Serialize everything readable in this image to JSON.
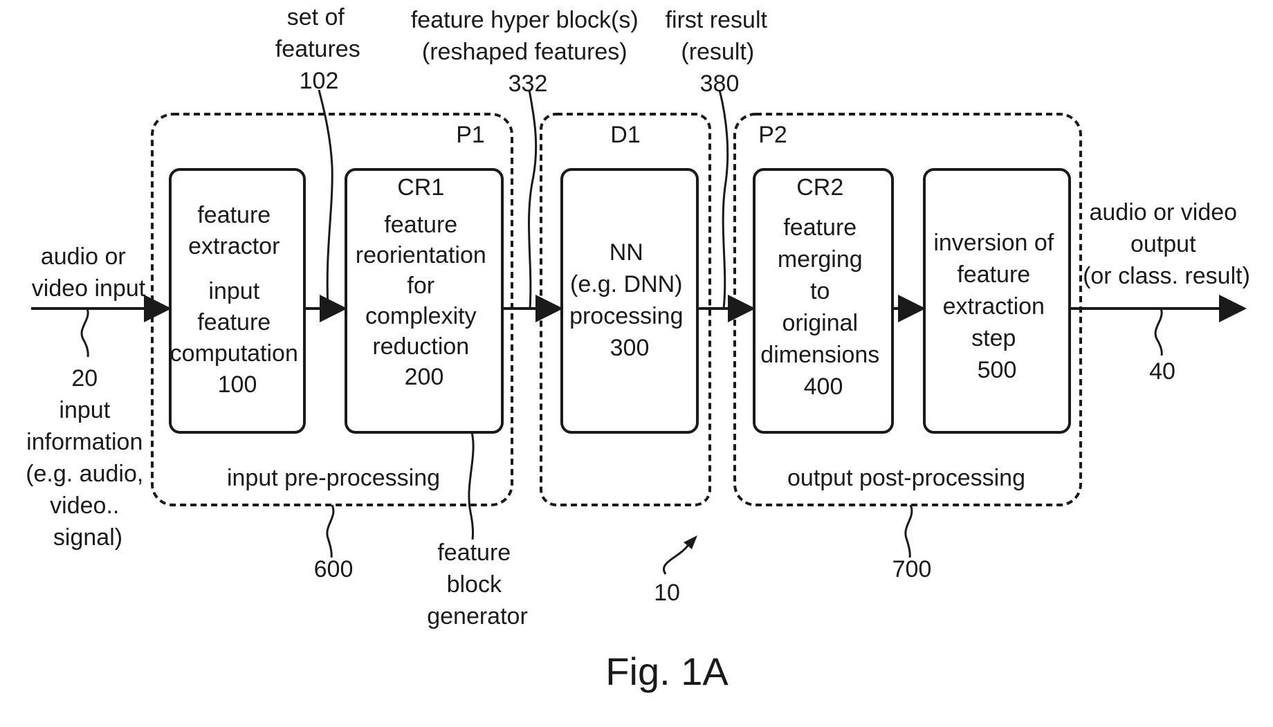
{
  "figure": {
    "caption": "Fig. 1A",
    "colors": {
      "ink": "#1a1a1a",
      "background": "#ffffff"
    },
    "groups": {
      "p1": {
        "tag": "P1",
        "label": "input pre-processing",
        "ref": "600"
      },
      "d1": {
        "tag": "D1",
        "ref": "10"
      },
      "p2": {
        "tag": "P2",
        "label": "output post-processing",
        "ref": "700"
      }
    },
    "blocks": {
      "b100": {
        "lines": [
          "feature",
          "extractor",
          "input",
          "feature",
          "computation",
          "100"
        ]
      },
      "b200": {
        "lines": [
          "CR1",
          "feature",
          "reorientation",
          "for",
          "complexity",
          "reduction",
          "200"
        ]
      },
      "b300": {
        "lines": [
          "NN",
          "(e.g. DNN)",
          "processing",
          "300"
        ]
      },
      "b400": {
        "lines": [
          "CR2",
          "feature",
          "merging",
          "to",
          "original",
          "dimensions",
          "400"
        ]
      },
      "b500": {
        "lines": [
          "inversion of",
          "feature",
          "extraction",
          "step",
          "500"
        ]
      }
    },
    "signals": {
      "input_label": [
        "audio or",
        "video input"
      ],
      "input_info": [
        "20",
        "input",
        "information",
        "(e.g. audio,",
        "video..",
        "signal)"
      ],
      "set_of_features": [
        "set of",
        "features",
        "102"
      ],
      "hyper_block": [
        "feature hyper block(s)",
        "(reshaped features)",
        "332"
      ],
      "first_result": [
        "first result",
        "(result)",
        "380"
      ],
      "output_label": [
        "audio or video",
        "output",
        "(or class. result)"
      ],
      "output_ref": "40",
      "feature_block_generator": [
        "feature",
        "block",
        "generator"
      ]
    }
  }
}
